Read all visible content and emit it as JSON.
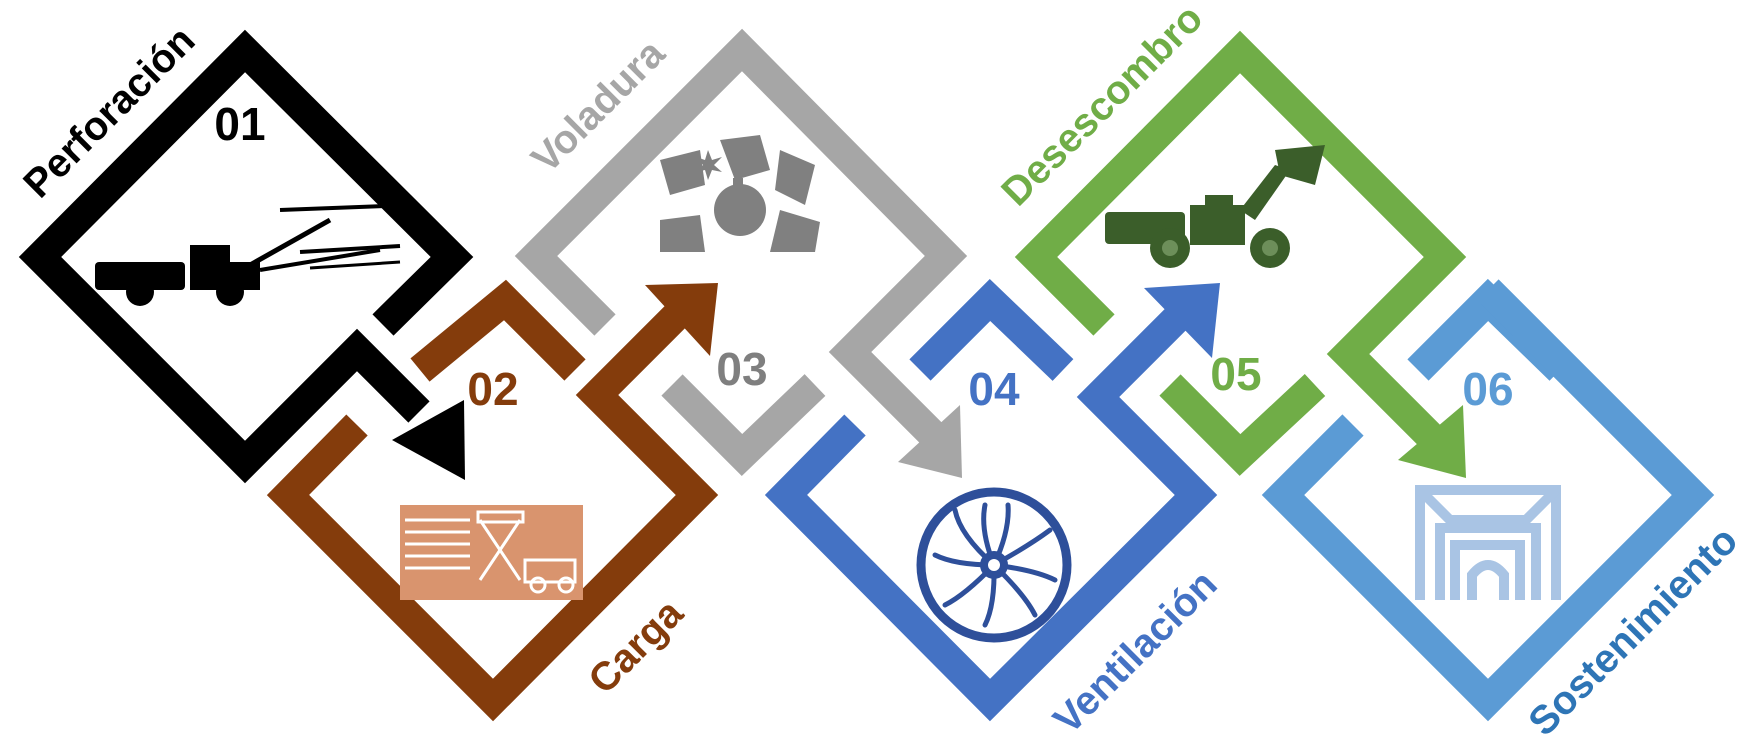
{
  "steps": [
    {
      "number": "01",
      "label": "Perforación",
      "color": "#000000",
      "icon": "drill-jumbo-icon"
    },
    {
      "number": "02",
      "label": "Carga",
      "color": "#843c0c",
      "icon": "explosive-charger-icon"
    },
    {
      "number": "03",
      "label": "Voladura",
      "color": "#a6a6a6",
      "icon": "blast-bomb-icon"
    },
    {
      "number": "04",
      "label": "Ventilación",
      "color": "#4472c4",
      "icon": "ventilation-fan-icon"
    },
    {
      "number": "05",
      "label": "Desescombro",
      "color": "#70ad47",
      "icon": "scoop-loader-icon"
    },
    {
      "number": "06",
      "label": "Sostenimiento",
      "color": "#5b9bd5",
      "icon": "tunnel-support-icon"
    }
  ]
}
